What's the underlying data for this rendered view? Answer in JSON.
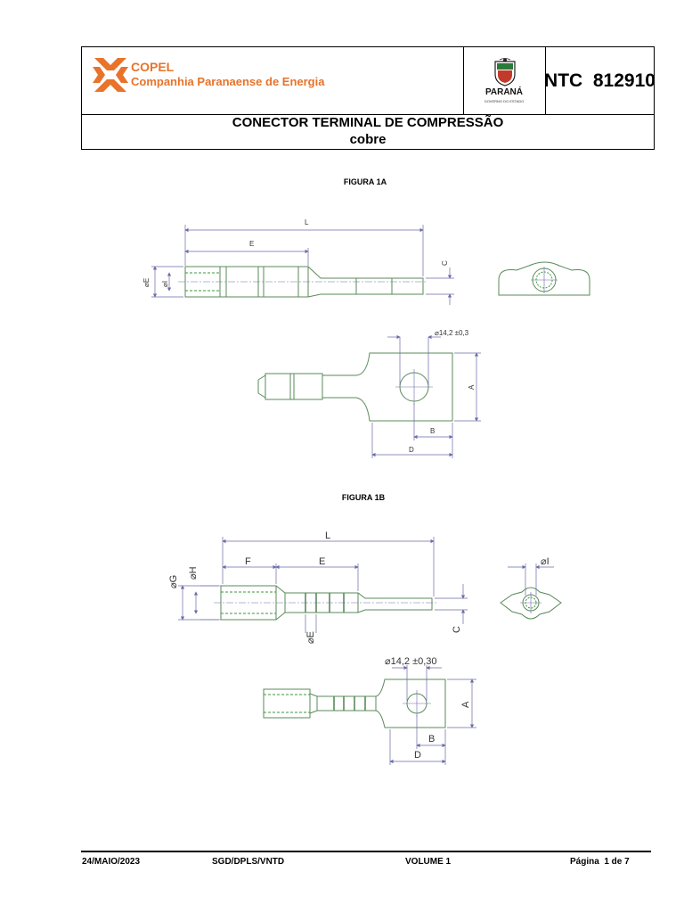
{
  "header": {
    "company_short": "COPEL",
    "company_full": "Companhia Paranaense de Energia",
    "seal_name": "PARANÁ",
    "seal_sub": "GOVERNO DO ESTADO",
    "doc_code": "NTC  812910",
    "title": "CONECTOR TERMINAL DE COMPRESSÃO",
    "subtitle": "cobre"
  },
  "colors": {
    "brand": "#e8732a",
    "drawing_edge": "#5a8a5a",
    "hidden_line": "#3a9a3a",
    "dim_line": "#6a6aa8"
  },
  "figures": {
    "fig1a": {
      "label": "FIGURA 1A",
      "dims": {
        "L": "L",
        "E": "E",
        "phiE": "⌀E",
        "phiI": "⌀I",
        "C": "C",
        "hole": "⌀14,2 ±0,3",
        "A": "A",
        "B": "B",
        "D": "D"
      }
    },
    "fig1b": {
      "label": "FIGURA 1B",
      "dims": {
        "L": "L",
        "F": "F",
        "E": "E",
        "phiG": "⌀G",
        "phiH": "⌀H",
        "phiE": "⌀E",
        "C": "C",
        "phiI": "⌀I",
        "hole": "⌀14,2 ±0,30",
        "A": "A",
        "B": "B",
        "D": "D"
      }
    }
  },
  "footer": {
    "date": "24/MAIO/2023",
    "dept": "SGD/DPLS/VNTD",
    "volume": "VOLUME 1",
    "page": "Página  1 de 7"
  }
}
